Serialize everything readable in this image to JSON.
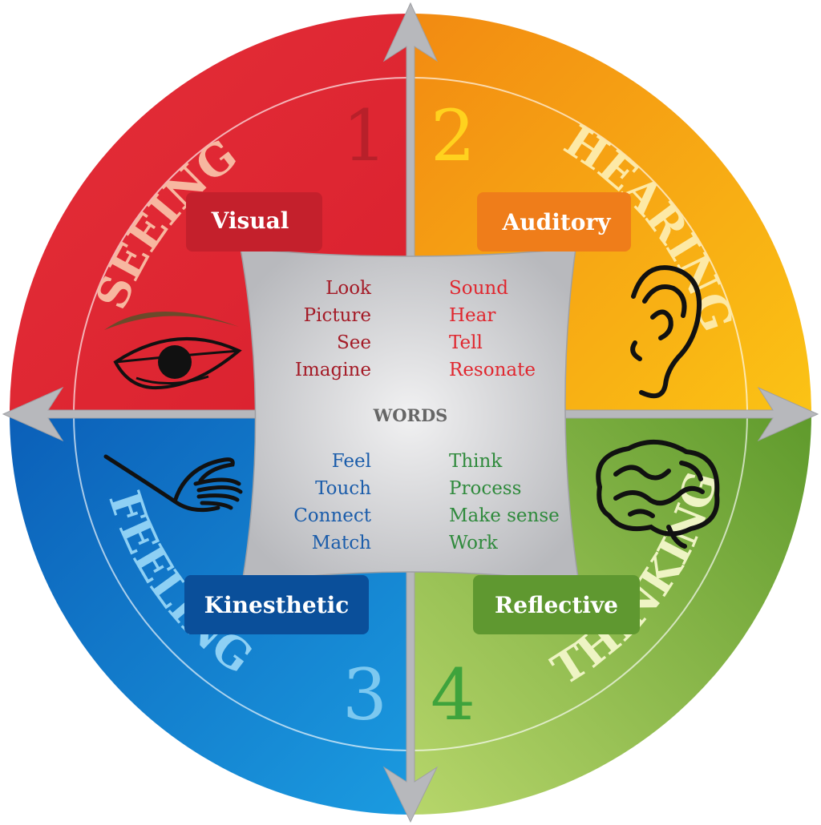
{
  "quadrants": [
    {
      "number": "1",
      "sense": "SEEING",
      "style": "Visual",
      "words": [
        "Look",
        "Picture",
        "See",
        "Imagine"
      ],
      "icon": "eye-icon",
      "colors": {
        "fill": "#e0343a",
        "badge": "#c4202c",
        "text": "#a41a26",
        "number": "#b8202a",
        "sense": "#f7b7a0"
      }
    },
    {
      "number": "2",
      "sense": "HEARING",
      "style": "Auditory",
      "words": [
        "Sound",
        "Hear",
        "Tell",
        "Resonate"
      ],
      "icon": "ear-icon",
      "colors": {
        "fill": "#f5a010",
        "badge": "#ef7d1a",
        "text": "#e0262e",
        "number": "#ffd21e",
        "sense": "#fde9a6"
      }
    },
    {
      "number": "3",
      "sense": "FEELING",
      "style": "Kinesthetic",
      "words": [
        "Feel",
        "Touch",
        "Connect",
        "Match"
      ],
      "icon": "hand-icon",
      "colors": {
        "fill": "#0e6cc4",
        "badge": "#0a4f9a",
        "text": "#1a5caa",
        "number": "#7cc8f0",
        "sense": "#8ed0f4"
      }
    },
    {
      "number": "4",
      "sense": "THINKING",
      "style": "Reflective",
      "words": [
        "Think",
        "Process",
        "Make sense",
        "Work"
      ],
      "icon": "brain-icon",
      "colors": {
        "fill": "#8ec33f",
        "badge": "#5f9830",
        "text": "#2f8a3c",
        "number": "#3ea33c",
        "sense": "#eef4c4"
      }
    }
  ],
  "center_label": "WORDS",
  "colors": {
    "arrow": "#b7b8bc",
    "center": "#c4c5c9",
    "center_label": "#666666"
  }
}
